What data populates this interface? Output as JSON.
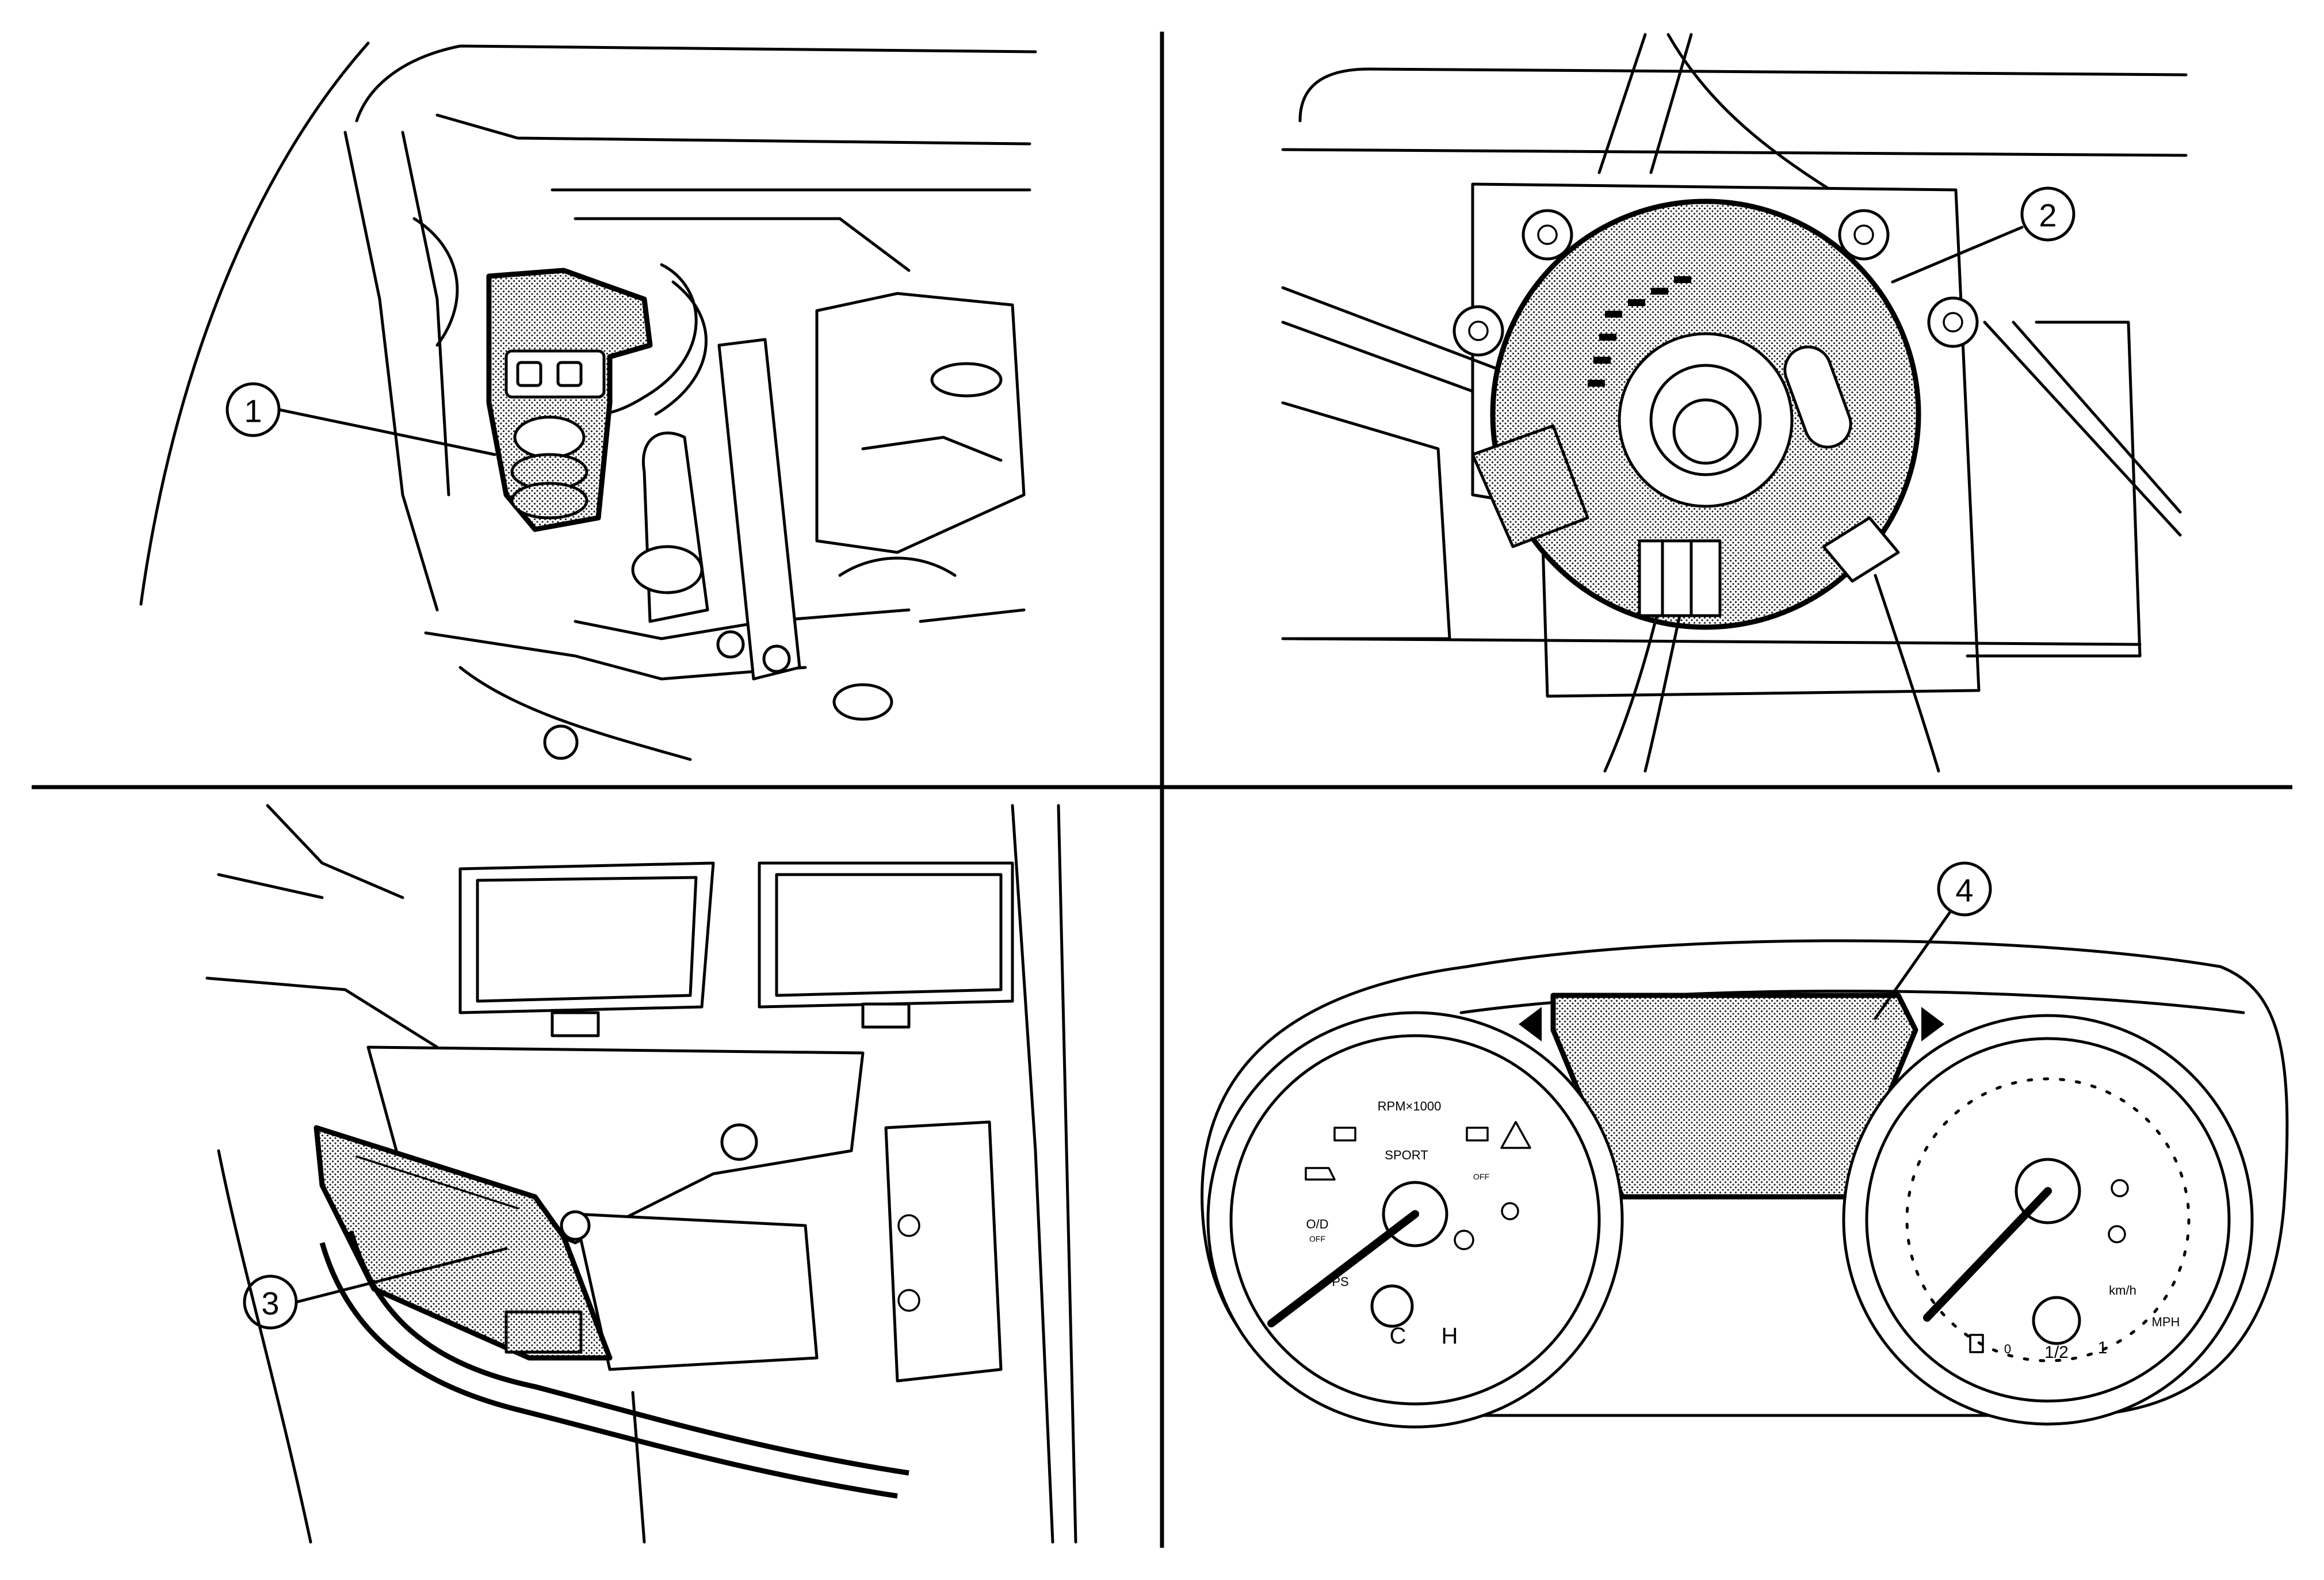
{
  "callouts": [
    {
      "number": "1"
    },
    {
      "number": "2"
    },
    {
      "number": "3"
    },
    {
      "number": "4"
    }
  ],
  "cluster": {
    "tach_label": "RPM×1000",
    "sport_label": "SPORT",
    "od_label": "O/D",
    "od_sub": "OFF",
    "ps_label": "PS",
    "temp_cold": "C",
    "temp_hot": "H",
    "speed_unit_kmh": "km/h",
    "speed_unit_mph": "MPH",
    "fuel_half": "1/2",
    "fuel_full": "1",
    "fuel_empty": "0",
    "vdc_off": "OFF"
  }
}
